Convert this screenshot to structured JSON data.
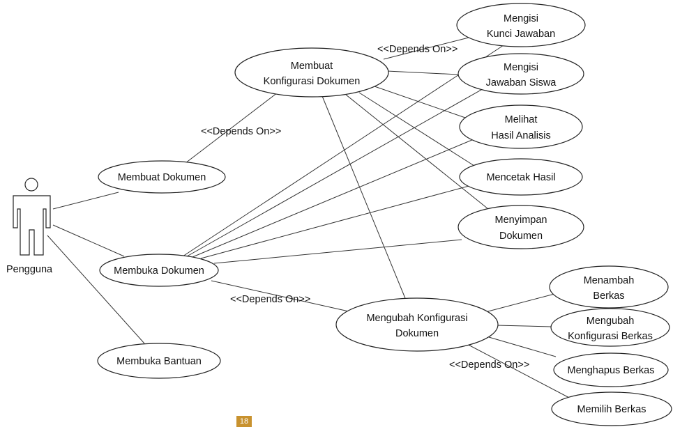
{
  "diagram": {
    "actor": {
      "label": "Pengguna"
    },
    "use_cases": {
      "membuat_dokumen": [
        "Membuat Dokumen"
      ],
      "membuka_dokumen": [
        "Membuka Dokumen"
      ],
      "membuka_bantuan": [
        "Membuka Bantuan"
      ],
      "membuat_konfigurasi": [
        "Membuat",
        "Konfigurasi Dokumen"
      ],
      "mengubah_konfigurasi": [
        "Mengubah Konfigurasi",
        "Dokumen"
      ],
      "mengisi_kunci": [
        "Mengisi",
        "Kunci Jawaban"
      ],
      "mengisi_jawaban": [
        "Mengisi",
        "Jawaban Siswa"
      ],
      "melihat_hasil": [
        "Melihat",
        "Hasil Analisis"
      ],
      "mencetak_hasil": [
        "Mencetak Hasil"
      ],
      "menyimpan_dokumen": [
        "Menyimpan",
        "Dokumen"
      ],
      "menambah_berkas": [
        "Menambah",
        "Berkas"
      ],
      "mengubah_berkas": [
        "Mengubah",
        "Konfigurasi Berkas"
      ],
      "menghapus_berkas": [
        "Menghapus Berkas"
      ],
      "memilih_berkas": [
        "Memilih Berkas"
      ]
    },
    "relation_label": "<<Depends On>>"
  },
  "page_number": "18"
}
